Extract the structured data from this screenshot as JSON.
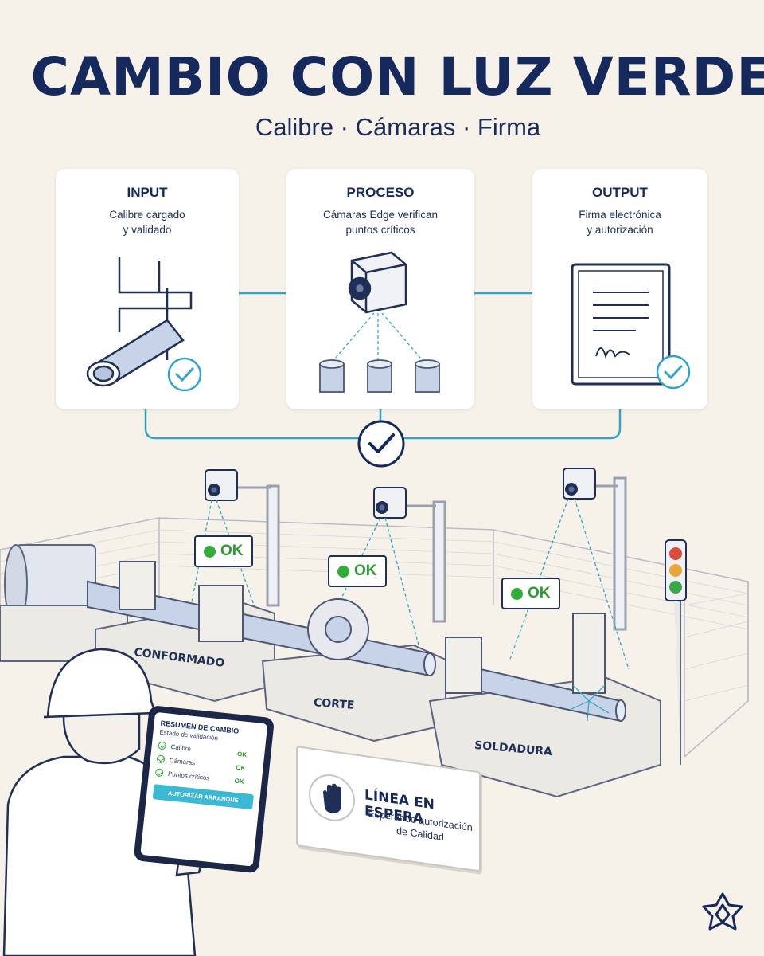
{
  "header": {
    "title": "CAMBIO CON LUZ VERDE",
    "subtitle": "Calibre · Cámaras · Firma"
  },
  "cards": [
    {
      "label": "INPUT",
      "desc": "Calibre cargado\ny validado",
      "icon": "caliper-pipe-icon"
    },
    {
      "label": "PROCESO",
      "desc": "Cámaras Edge verifican\npuntos críticos",
      "icon": "edge-camera-icon"
    },
    {
      "label": "OUTPUT",
      "desc": "Firma electrónica\ny autorización",
      "icon": "signed-document-icon"
    }
  ],
  "stations": [
    {
      "label": "CONFORMADO",
      "status": "OK"
    },
    {
      "label": "CORTE",
      "status": "OK"
    },
    {
      "label": "SOLDADURA",
      "status": "OK"
    }
  ],
  "tablet": {
    "title": "RESUMEN DE CAMBIO",
    "subtitle": "Estado de validación",
    "rows": [
      {
        "label": "Calibre",
        "status": "OK"
      },
      {
        "label": "Cámaras",
        "status": "OK"
      },
      {
        "label": "Puntos críticos",
        "status": "OK"
      }
    ],
    "button": "AUTORIZAR ARRANQUE"
  },
  "wait_panel": {
    "title": "LÍNEA EN ESPERA",
    "subtitle": "Esperando autorización\nde Calidad"
  },
  "colors": {
    "navy": "#16295c",
    "cyan": "#2fa6c9",
    "green": "#2fae35",
    "background": "#f6f2ea"
  }
}
